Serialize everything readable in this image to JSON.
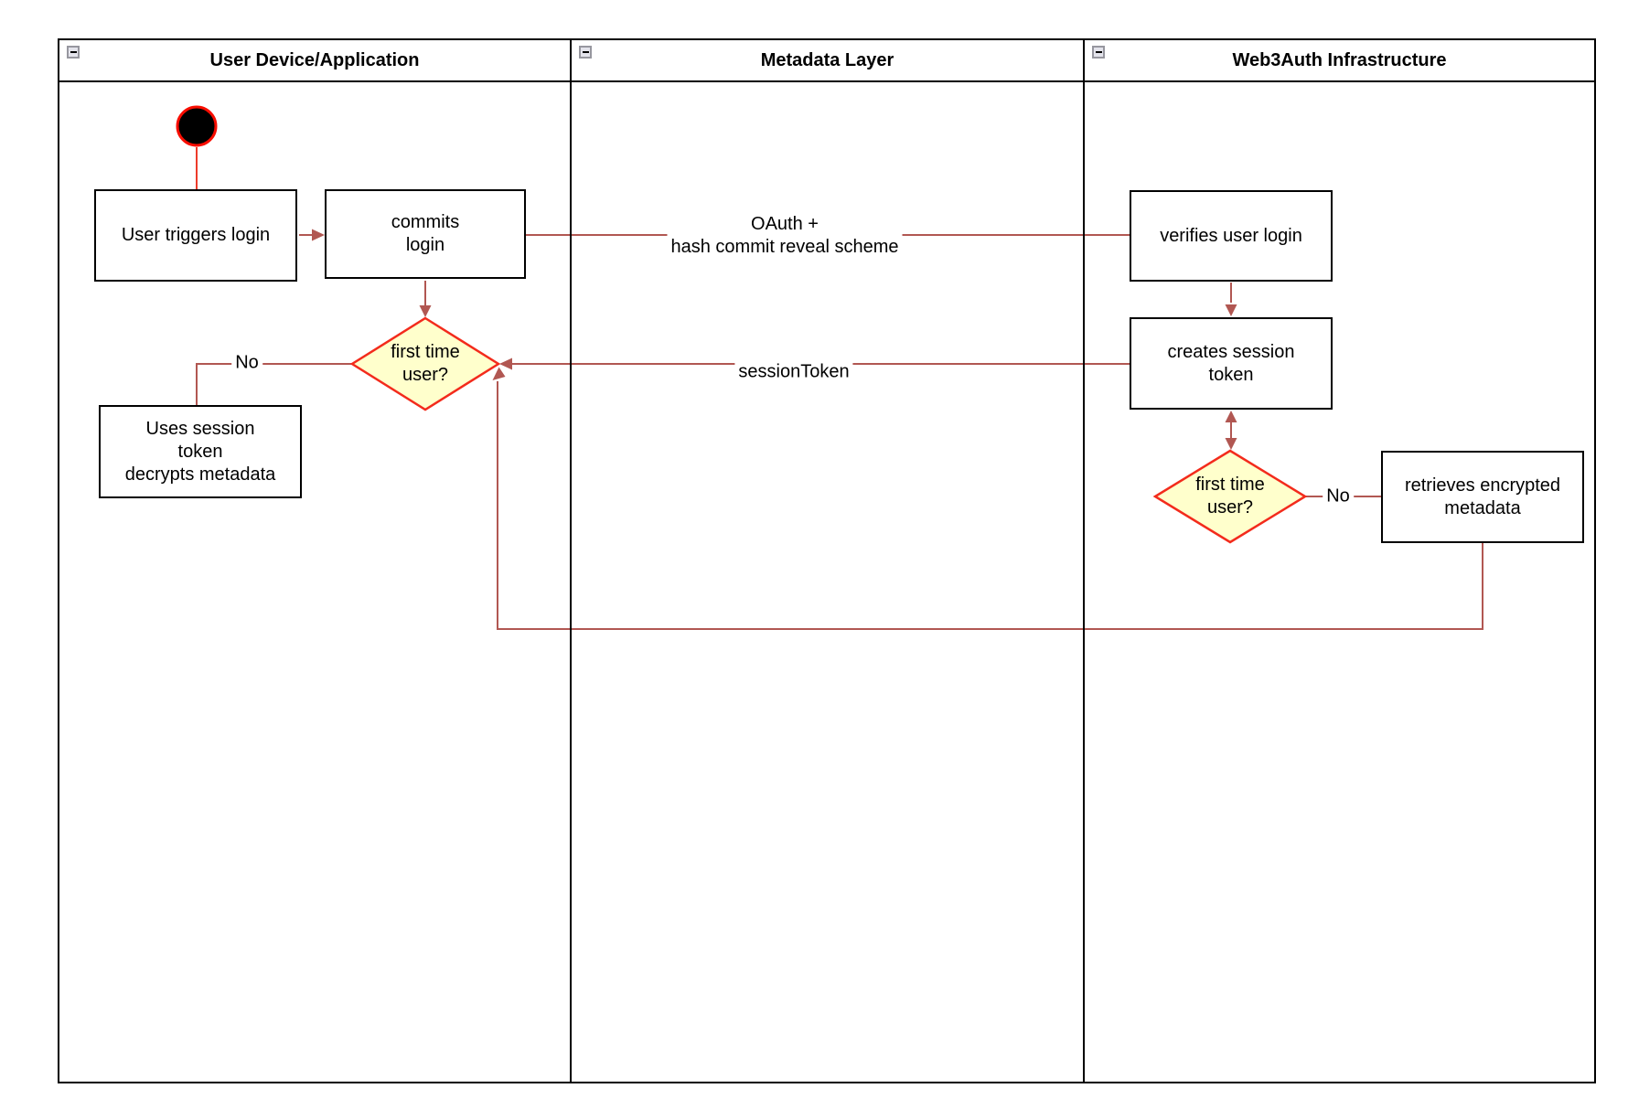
{
  "colors": {
    "edge": "#b15752",
    "start_edge": "#ed3b2a",
    "start_ring": "#f80d00",
    "diamond_fill": "#ffffcc",
    "diamond_stroke": "#f32b1c",
    "node_border": "#000000",
    "lane_border": "#000000"
  },
  "pool": {
    "lanes": [
      {
        "title": "User Device/Application"
      },
      {
        "title": "Metadata Layer"
      },
      {
        "title": "Web3Auth Infrastructure"
      }
    ]
  },
  "nodes": {
    "user_triggers_login": "User triggers login",
    "commits_login": "commits\nlogin",
    "first_time_user_1": "first time\nuser?",
    "uses_session_token": "Uses session\ntoken\ndecrypts metadata",
    "verifies_user_login": "verifies user login",
    "creates_session_token": "creates session\ntoken",
    "first_time_user_2": "first time\nuser?",
    "retrieves_encrypted_metadata": "retrieves encrypted\nmetadata"
  },
  "edge_labels": {
    "oauth": "OAuth +\nhash commit reveal scheme",
    "session_token": "sessionToken",
    "no_1": "No",
    "no_2": "No"
  }
}
